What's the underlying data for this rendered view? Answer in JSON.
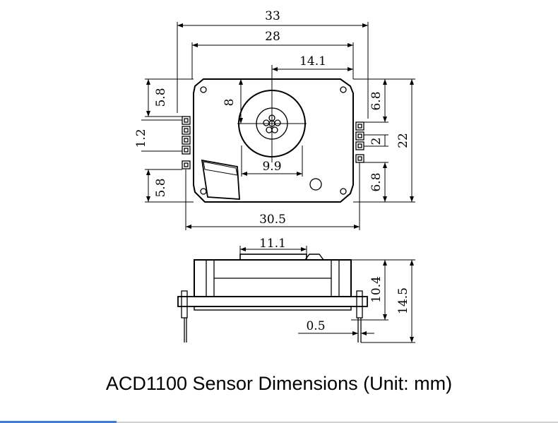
{
  "caption": "ACD1100 Sensor Dimensions (Unit: mm)",
  "dimensions": {
    "overall_width": "33",
    "inner_width": "28",
    "center_offset": "14.1",
    "left_top_margin": "5.8",
    "sensor_height": "8",
    "pin_pitch_left": "1.2",
    "window_diameter": "9.9",
    "left_bottom_margin": "5.8",
    "board_width": "30.5",
    "right_top_margin": "6.8",
    "pin_pitch_right": "2",
    "right_bottom_margin": "6.8",
    "overall_height": "22",
    "top_window_width": "11.1",
    "body_height": "10.4",
    "total_height": "14.5",
    "pin_diameter": "0.5"
  },
  "colors": {
    "line": "#000000",
    "accent": "#3d7fd8"
  }
}
